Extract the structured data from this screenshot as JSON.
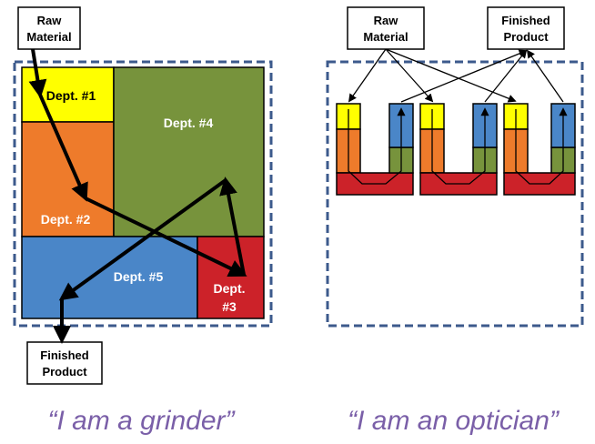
{
  "left": {
    "raw_material": [
      "Raw",
      "Material"
    ],
    "finished_product": [
      "Finished",
      "Product"
    ],
    "depts": {
      "d1": "Dept. #1",
      "d2": "Dept. #2",
      "d3": [
        "Dept.",
        "#3"
      ],
      "d4": "Dept. #4",
      "d5": "Dept. #5"
    },
    "caption": "“I am a grinder”"
  },
  "right": {
    "raw_material": [
      "Raw",
      "Material"
    ],
    "finished_product": [
      "Finished",
      "Product"
    ],
    "caption": "“I am an optician”"
  },
  "colors": {
    "yellow": "#ffff00",
    "orange": "#ee7b2b",
    "green": "#77933c",
    "red": "#cc2229",
    "blue": "#4a86c8",
    "dashed_border": "#3c5a8c",
    "caption": "#7a5fa8"
  }
}
